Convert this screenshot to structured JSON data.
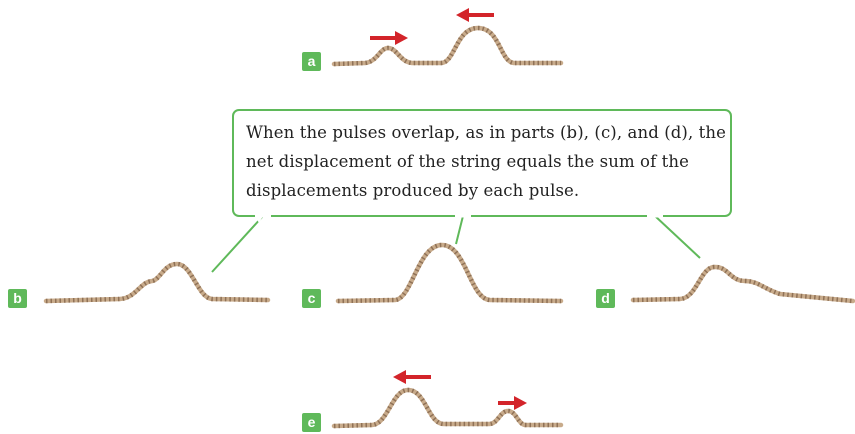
{
  "callout": {
    "text": "When the pulses overlap, as in parts (b), (c), and (d), the net displacement of the string equals the sum of the displacements produced by each pulse."
  },
  "panels": {
    "a": {
      "label": "a"
    },
    "b": {
      "label": "b"
    },
    "c": {
      "label": "c"
    },
    "d": {
      "label": "d"
    },
    "e": {
      "label": "e"
    }
  },
  "colors": {
    "label_bg": "#5fb95a",
    "callout_border": "#5fb95a",
    "arrow": "#d3242a",
    "rope": "#c8ab8b"
  }
}
